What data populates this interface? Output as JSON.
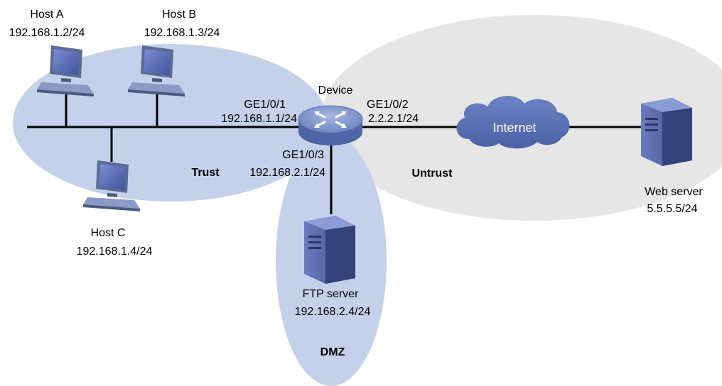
{
  "colors": {
    "zone_trust": "#c5d0ea",
    "zone_dmz": "#c5d0ea",
    "zone_untrust": "#e6e6e6",
    "cloud": "#5a73b4",
    "device": "#6f86c0",
    "pc": "#5b6b93",
    "server": "#4d5f9a",
    "line": "#000000"
  },
  "zones": {
    "trust": "Trust",
    "untrust": "Untrust",
    "dmz": "DMZ"
  },
  "device": {
    "name": "Device",
    "if1_name": "GE1/0/1",
    "if1_ip": "192.168.1.1/24",
    "if2_name": "GE1/0/2",
    "if2_ip": "2.2.2.1/24",
    "if3_name": "GE1/0/3",
    "if3_ip": "192.168.2.1/24"
  },
  "hosts": {
    "a_name": "Host A",
    "a_ip": "192.168.1.2/24",
    "b_name": "Host B",
    "b_ip": "192.168.1.3/24",
    "c_name": "Host C",
    "c_ip": "192.168.1.4/24"
  },
  "internet": {
    "label": "Internet"
  },
  "ftp_server": {
    "name": "FTP server",
    "ip": "192.168.2.4/24"
  },
  "web_server": {
    "name": "Web server",
    "ip": "5.5.5.5/24"
  }
}
